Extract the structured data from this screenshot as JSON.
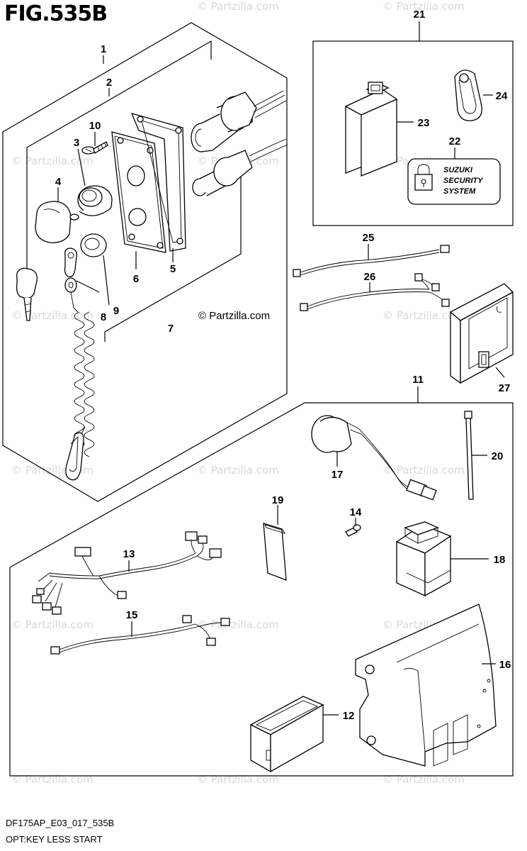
{
  "header": {
    "figure_title": "FIG.535B"
  },
  "watermark": {
    "text": "© Partzilla.com"
  },
  "center_watermark": {
    "text": "© Partzilla.com"
  },
  "label_sticker": {
    "line1": "SUZUKI",
    "line2": "SECURITY",
    "line3": "SYSTEM"
  },
  "callouts": [
    "1",
    "2",
    "3",
    "4",
    "5",
    "6",
    "7",
    "8",
    "9",
    "10",
    "11",
    "12",
    "13",
    "14",
    "15",
    "16",
    "17",
    "18",
    "19",
    "20",
    "21",
    "22",
    "23",
    "24",
    "25",
    "26",
    "27"
  ],
  "footer": {
    "model_code": "DF175AP_E03_017_535B",
    "description": "OPT:KEY LESS START"
  }
}
